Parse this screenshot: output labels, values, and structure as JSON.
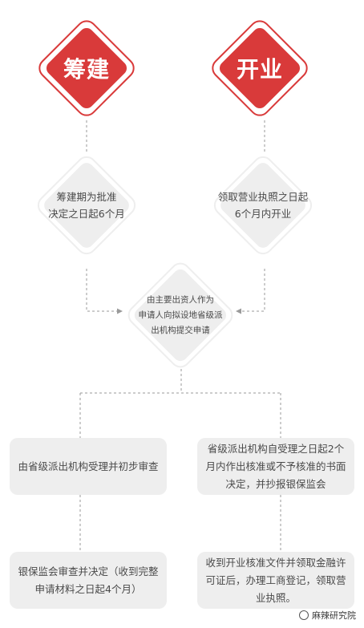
{
  "phases": {
    "prep": "筹建",
    "open": "开业"
  },
  "deadlines": {
    "prep": "筹建期为批准\n决定之日起6个月",
    "open": "领取营业执照之日起\n6个月内开业"
  },
  "application": "由主要出资人作为\n申请人向拟设地省级派\n出机构提交申请",
  "steps": {
    "left_1": "由省级派出机构受理并初步审查",
    "right_1": "省级派出机构自受理之日起2个\n月内作出核准或不予核准的书面\n决定，并抄报银保监会",
    "left_2": "银保监会审查并决定（收到完整\n申请材料之日起4个月）",
    "right_2": "收到开业核准文件并领取金融许\n可证后，办理工商登记，领取营\n业执照。"
  },
  "watermark": "麻辣研究院",
  "colors": {
    "accent": "#d93a3a",
    "box": "#eeeeee",
    "connector": "#999999"
  }
}
